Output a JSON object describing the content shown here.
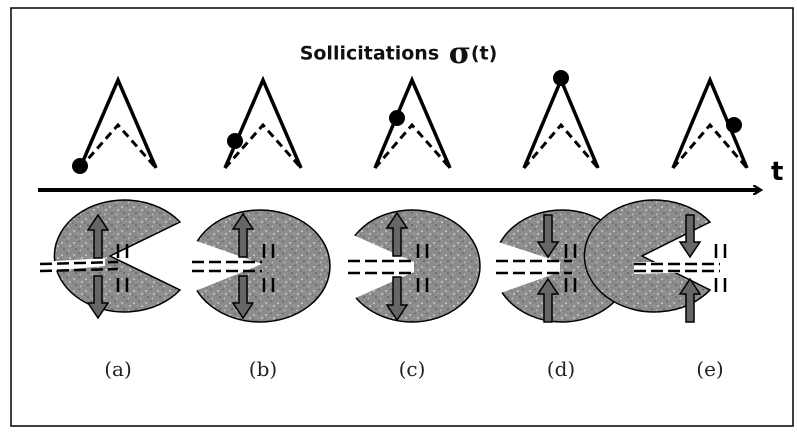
{
  "title": {
    "text": "Sollicitations",
    "symbol": "σ",
    "argument": "(t)"
  },
  "axis": {
    "label": "t"
  },
  "panels": [
    {
      "label": "(a)",
      "load_position": "start"
    },
    {
      "label": "(b)",
      "load_position": "rising"
    },
    {
      "label": "(c)",
      "load_position": "rising-high"
    },
    {
      "label": "(d)",
      "load_position": "peak"
    },
    {
      "label": "(e)",
      "load_position": "falling"
    }
  ],
  "colors": {
    "line": "#000000",
    "disk": "#8f8f8f",
    "arrow": "#666666",
    "background": "#ffffff"
  }
}
